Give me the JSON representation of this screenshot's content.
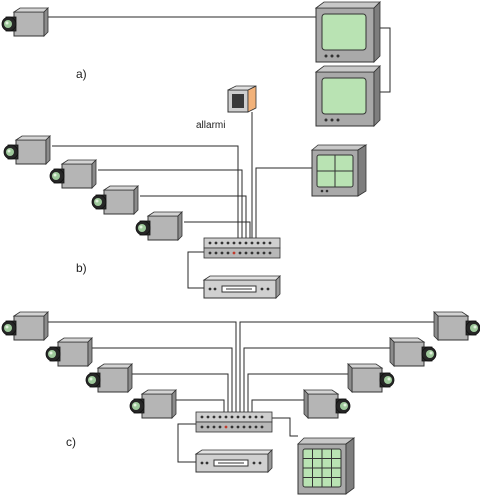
{
  "diagram": {
    "sections": [
      {
        "id": "a",
        "label": "a)"
      },
      {
        "id": "b",
        "label": "b)"
      },
      {
        "id": "c",
        "label": "c)"
      }
    ],
    "alarm_label": "allarmi"
  }
}
